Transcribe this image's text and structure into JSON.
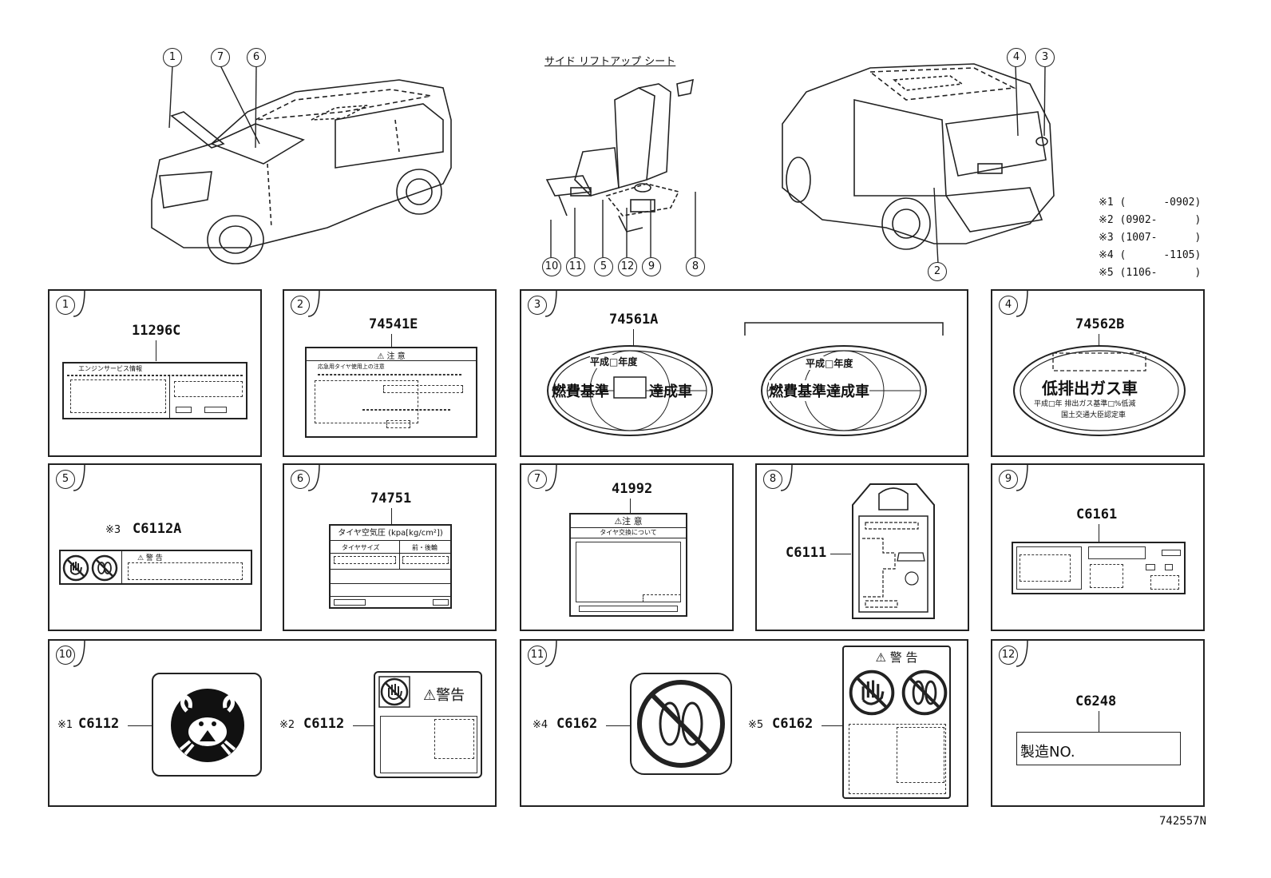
{
  "top": {
    "seat_caption": "サイド リフトアップ シート",
    "car_left_callouts": [
      "1",
      "7",
      "6"
    ],
    "seat_callouts": [
      "10",
      "11",
      "5",
      "12",
      "9",
      "8"
    ],
    "car_right_callouts": [
      "4",
      "3",
      "2"
    ],
    "notes": [
      "※1 (      -0902)",
      "※2 (0902-      )",
      "※3 (1007-      )",
      "※4 (      -1105)",
      "※5 (1106-      )"
    ]
  },
  "panels": {
    "p1": {
      "num": "1",
      "part": "11296C",
      "header": "エンジンサービス情報"
    },
    "p2": {
      "num": "2",
      "part": "74541E",
      "title": "⚠ 注 意",
      "sub": "応急用タイヤ使用上の注意"
    },
    "p3": {
      "num": "3",
      "part": "74561A",
      "year": "平成□年度",
      "left_text_a": "燃費基準",
      "left_text_b": "達成車",
      "right_year": "平成□年度",
      "right_text": "燃費基準達成車"
    },
    "p4": {
      "num": "4",
      "part": "74562B",
      "main": "低排出ガス車",
      "line1": "平成□年 排出ガス基準□%低減",
      "line2": "国土交通大臣認定車"
    },
    "p5": {
      "num": "5",
      "note": "※3",
      "part": "C6112A",
      "warn": "⚠ 警 告"
    },
    "p6": {
      "num": "6",
      "part": "74751",
      "title": "タイヤ空気圧 (kpa[kg/cm²])",
      "col1": "タイヤサイズ",
      "col2": "前・後輪"
    },
    "p7": {
      "num": "7",
      "part": "41992",
      "title": "⚠注 意",
      "sub": "タイヤ交換について"
    },
    "p8": {
      "num": "8",
      "part": "C6111"
    },
    "p9": {
      "num": "9",
      "part": "C6161"
    },
    "p10": {
      "num": "10",
      "note_a": "※1",
      "part_a": "C6112",
      "note_b": "※2",
      "part_b": "C6112",
      "warn": "⚠警告"
    },
    "p11": {
      "num": "11",
      "note_a": "※4",
      "part_a": "C6162",
      "note_b": "※5",
      "part_b": "C6162",
      "warn": "⚠ 警 告"
    },
    "p12": {
      "num": "12",
      "part": "C6248",
      "label": "製造NO."
    }
  },
  "diagram_id": "742557N"
}
